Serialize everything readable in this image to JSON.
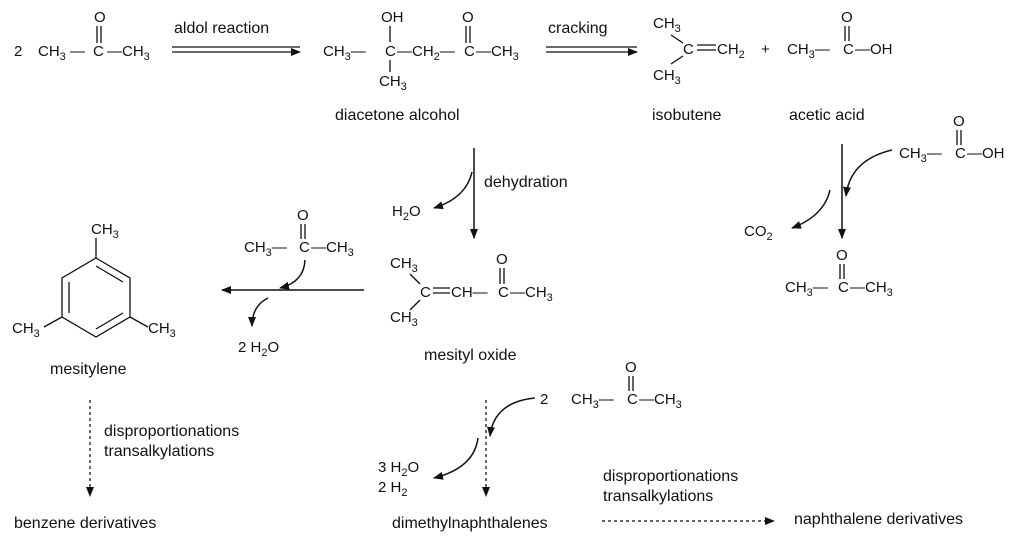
{
  "reactions": {
    "aldol": "aldol reaction",
    "cracking": "cracking",
    "dehydration": "dehydration",
    "disp": "disproportionations",
    "trans": "transalkylations",
    "disp2": "disproportionations",
    "trans2": "transalkylations"
  },
  "compounds": {
    "acetone_coef": "2",
    "diacetone": "diacetone alcohol",
    "isobutene": "isobutene",
    "plus": "+",
    "acetic": "acetic acid",
    "mesityl": "mesityl oxide",
    "mesitylene": "mesitylene",
    "benzene": "benzene derivatives",
    "dmn": "dimethylnaphthalenes",
    "naph": "naphthalene derivatives"
  },
  "byproducts": {
    "h2o": "H2O",
    "co2": "CO2",
    "h2o_2": "2 H2O",
    "acetone2_coef": "2",
    "h2o_3": "3 H2O",
    "h2_2": "2 H2"
  }
}
